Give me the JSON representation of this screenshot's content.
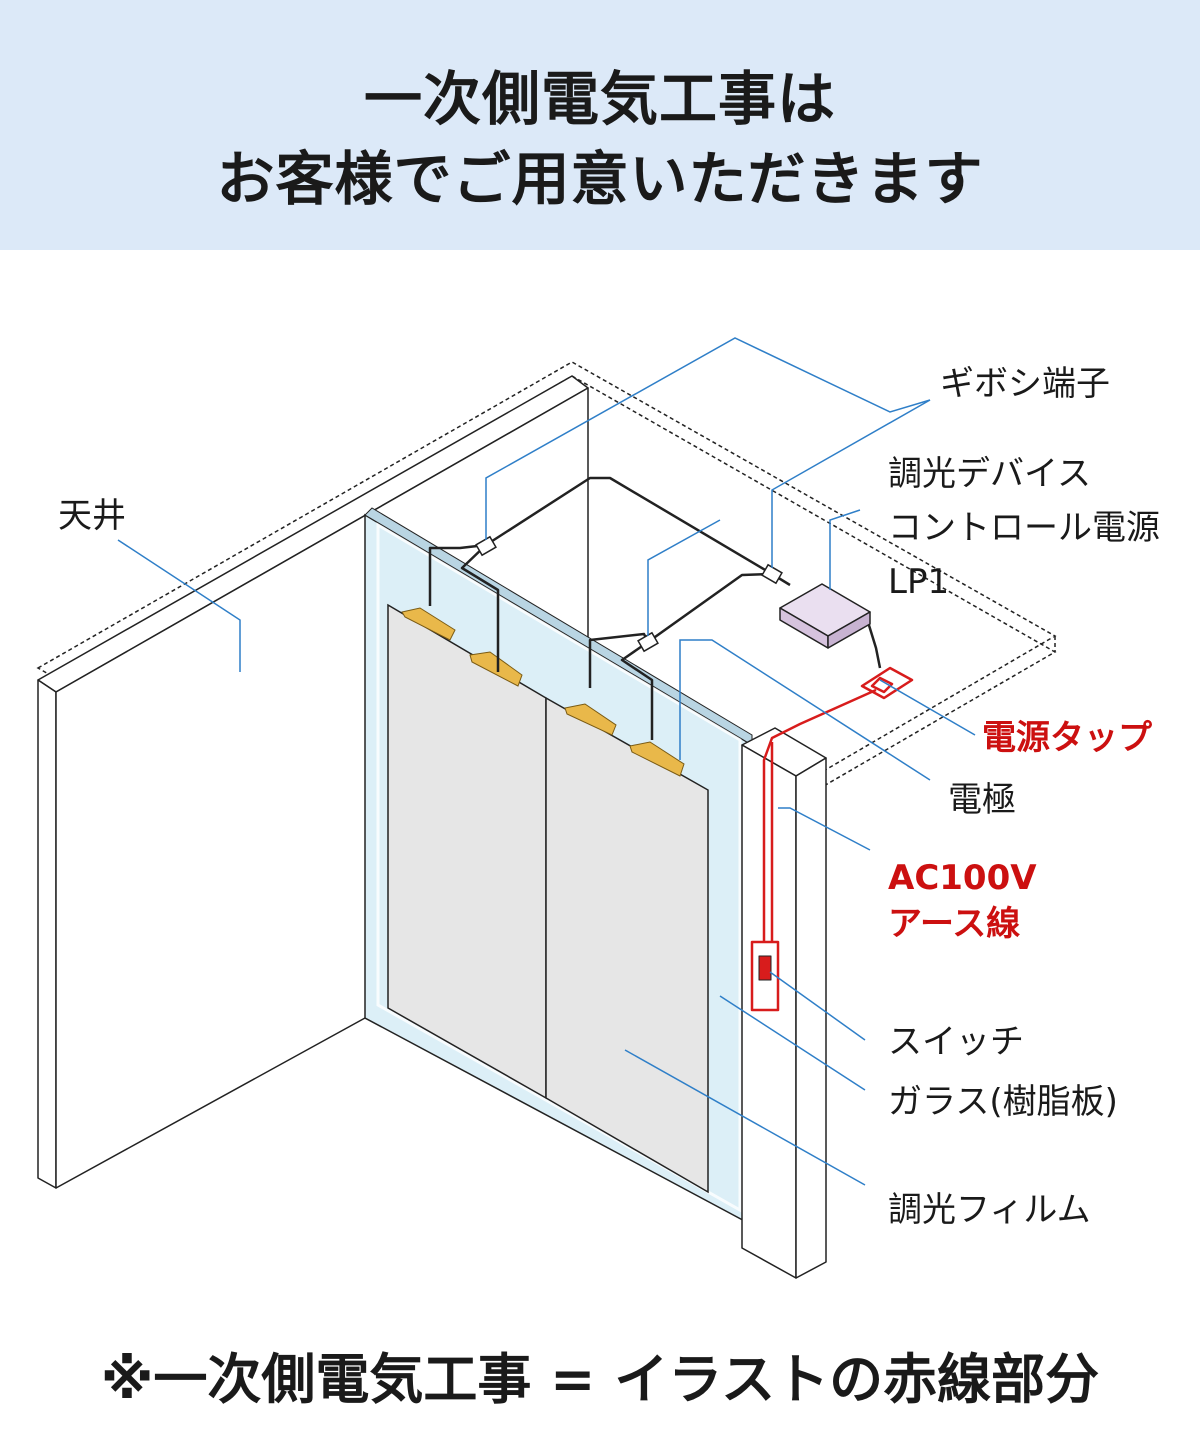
{
  "header": {
    "line1": "一次側電気工事は",
    "line2": "お客様でご用意いただきます",
    "background": "#dce9f8"
  },
  "labels": {
    "ceiling": "天井",
    "gibosi_terminal": "ギボシ端子",
    "controller_line1": "調光デバイス",
    "controller_line2": "コントロール電源",
    "controller_line3": "LP1",
    "power_tap": "電源タップ",
    "electrode": "電極",
    "ac_line1": "AC100V",
    "ac_line2": "アース線",
    "switch": "スイッチ",
    "glass": "ガラス(樹脂板)",
    "film": "調光フィルム"
  },
  "colors": {
    "leader_line": "#2f7fc8",
    "primary_wiring": "#d81c1c",
    "glass": "#dceff7",
    "film": "#e6e6e6",
    "electrode": "#e9b84a",
    "controller": "#e4d6ea"
  },
  "footer": {
    "note": "※一次側電気工事 = イラストの赤線部分"
  }
}
